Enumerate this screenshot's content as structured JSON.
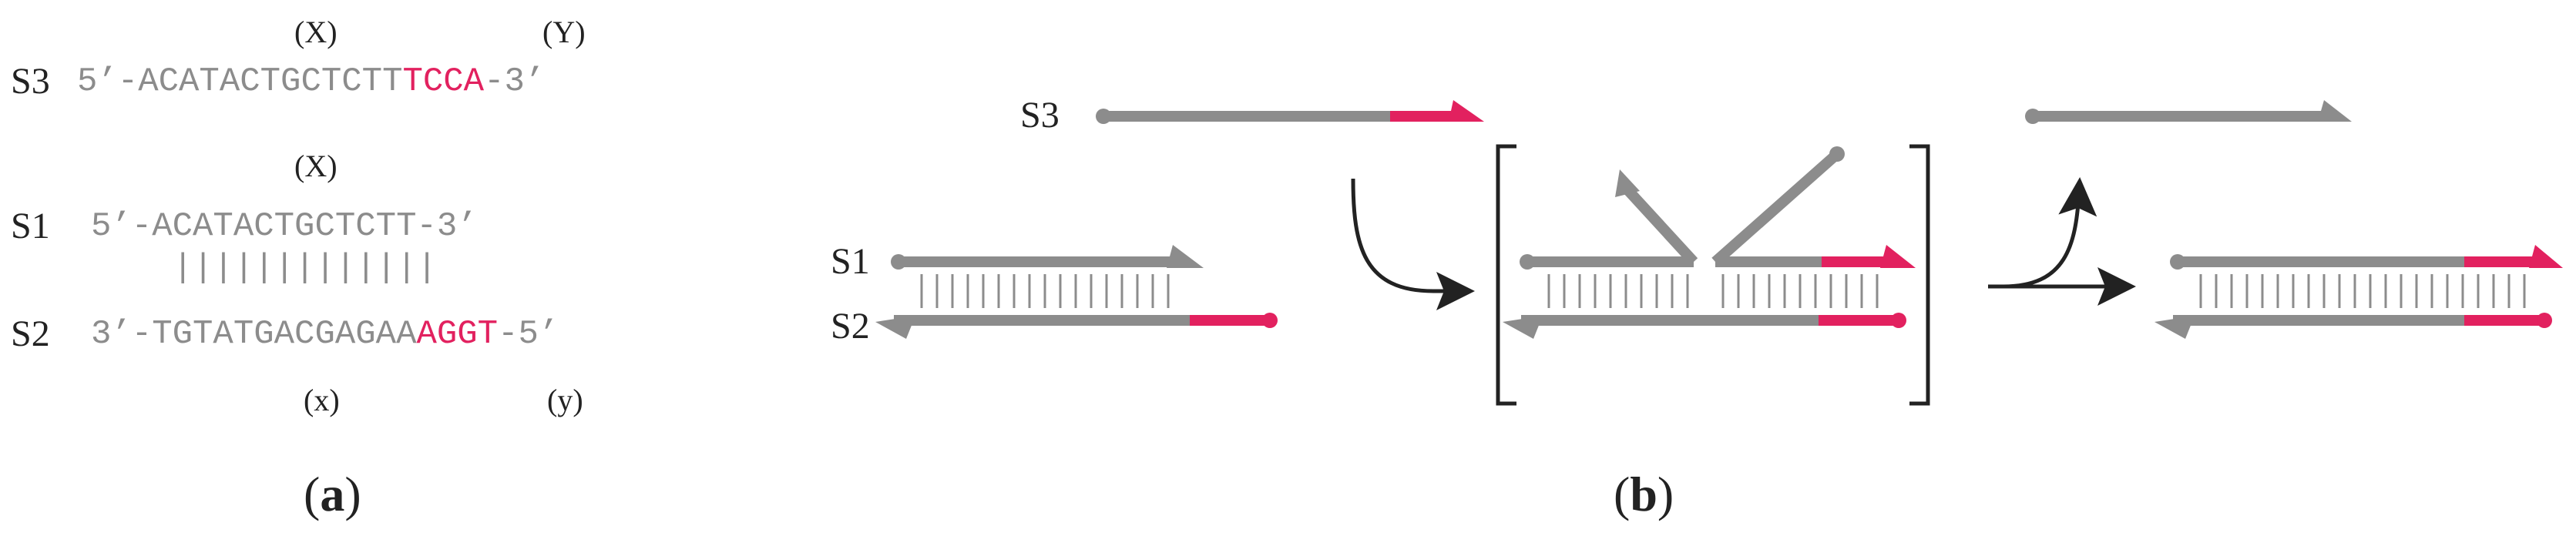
{
  "panel_a": {
    "domain_X_top": "(X)",
    "domain_Y_top": "(Y)",
    "s3_label": "S3",
    "s3_seq_gray": "5’-ACATACTGCTCTT",
    "s3_seq_red": "TCCA",
    "s3_seq_end": "-3’",
    "domain_X_mid": "(X)",
    "s1_label": "S1",
    "s1_seq": "5’-ACATACTGCTCTT-3’",
    "bonds": "|||||||||||||",
    "s2_label": "S2",
    "s2_seq_gray": "3’-TGTATGACGAGAA",
    "s2_seq_red": "AGGT",
    "s2_seq_end": "-5’",
    "domain_x_bottom": "(x)",
    "domain_y_bottom": "(y)",
    "caption_open": "(",
    "caption_letter": "a",
    "caption_close": ")"
  },
  "panel_b": {
    "s3_label": "S3",
    "s1_label": "S1",
    "s2_label": "S2",
    "caption_open": "(",
    "caption_letter": "b",
    "caption_close": ")"
  },
  "colors": {
    "strand_gray": "#8c8c8c",
    "toehold_red": "#e2215f",
    "arrow_black": "#222222"
  }
}
